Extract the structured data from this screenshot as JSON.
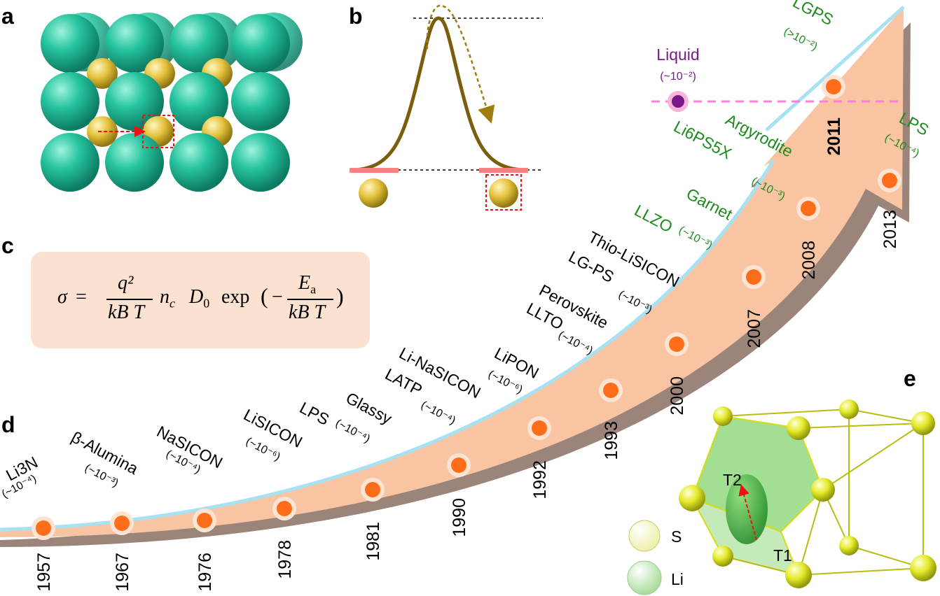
{
  "panels": {
    "a": "a",
    "b": "b",
    "c": "c",
    "d": "d",
    "e": "e"
  },
  "colors": {
    "arrow_fill": "#f9c4a1",
    "arrow_top_edge": "#a8e2f2",
    "arrow_shadow": "#9b8479",
    "dot": "#ff6d1a",
    "dot_halo": "#fde3d1",
    "green_label": "#1d8a1d",
    "liquid": "#7a1a8a",
    "liquid_line": "#ff80d8",
    "anion_sphere": "#1fbf9a",
    "li_sphere": "#e3c13a",
    "barrier_curve": "#7a5d0d",
    "site_bar": "#ff8080",
    "s_atom": "#e5ea2a",
    "polyhedron": "#56c43a"
  },
  "formula": {
    "sigma": "σ",
    "equals": "=",
    "q2": "q²",
    "kBT": "kB T",
    "nc": "n",
    "nc_sub": "c",
    "D0": "D",
    "D0_sub": "0",
    "exp": "exp",
    "minus": "−",
    "Ea": "E",
    "Ea_sub": "a",
    "lparen": "(",
    "rparen": ")"
  },
  "timeline": [
    {
      "year": "1957",
      "name": "Li3N",
      "sub": "3",
      "cond": "(~10⁻⁴)"
    },
    {
      "year": "1967",
      "name": "β-Alumina",
      "cond": "(~10⁻³)"
    },
    {
      "year": "1976",
      "name": "NaSICON",
      "cond": "(~10⁻⁴)"
    },
    {
      "year": "1978",
      "name": "LiSICON",
      "cond": "(~10⁻⁶)"
    },
    {
      "year": "1981",
      "name": "LPS",
      "name2": "Glassy",
      "cond": "(~10⁻⁴)"
    },
    {
      "year": "1990",
      "name": "Li-NaSICON",
      "name2": "LATP",
      "cond": "(~10⁻⁴)"
    },
    {
      "year": "1992",
      "name": "LiPON",
      "cond": "(~10⁻⁶)"
    },
    {
      "year": "1993",
      "name": "Perovskite",
      "name2": "LLTO",
      "cond": "(~10⁻⁴)"
    },
    {
      "year": "2000",
      "name": "Thio-LiSICON",
      "name2": "LG-PS",
      "cond": "(~10⁻³)"
    },
    {
      "year": "2007",
      "name": "Garnet",
      "name2": "LLZO",
      "cond": "(~10⁻³)"
    },
    {
      "year": "2008",
      "name": "Argyrodite",
      "name2": "Li6PS5X",
      "cond": "(~10⁻³)"
    },
    {
      "year": "2011",
      "name": "LGPS",
      "cond": "(>10⁻²)"
    },
    {
      "year": "2013",
      "name": "LPS",
      "cond": "(~10⁻⁴)"
    }
  ],
  "liquid": {
    "label": "Liquid",
    "cond": "(~10⁻²)"
  },
  "panel_e": {
    "t1": "T1",
    "t2": "T2",
    "legend_s": "S",
    "legend_li": "Li"
  }
}
